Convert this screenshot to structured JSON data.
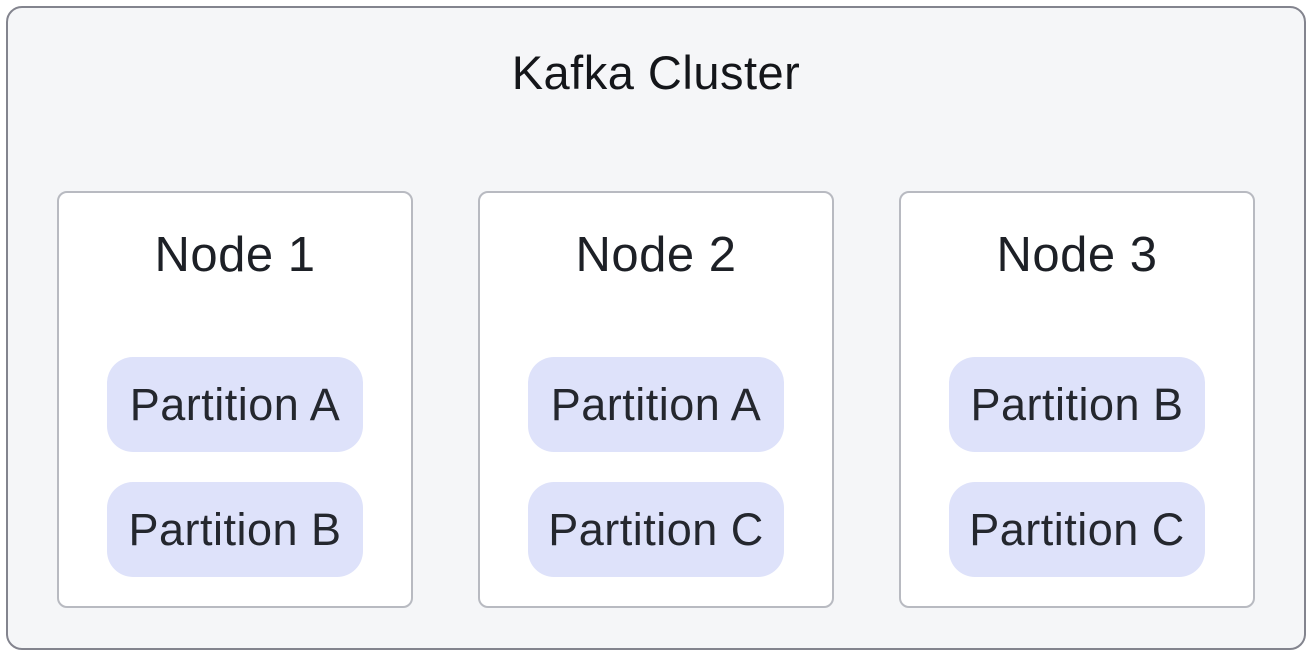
{
  "diagram": {
    "title": "Kafka Cluster",
    "nodes": [
      {
        "label": "Node 1",
        "partitions": [
          "Partition A",
          "Partition B"
        ]
      },
      {
        "label": "Node 2",
        "partitions": [
          "Partition A",
          "Partition C"
        ]
      },
      {
        "label": "Node 3",
        "partitions": [
          "Partition B",
          "Partition C"
        ]
      }
    ]
  },
  "colors": {
    "container_bg": "#f5f6f8",
    "container_border": "#83848e",
    "card_bg": "#ffffff",
    "card_border": "#b8bac1",
    "pill_bg": "#dee2fa",
    "title_text": "#14161a",
    "node_text": "#1d2026",
    "pill_text": "#24272e"
  }
}
